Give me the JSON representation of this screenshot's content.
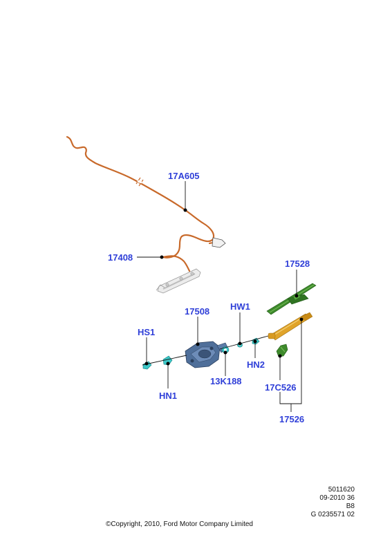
{
  "callouts": {
    "wiring_harness": "17A605",
    "motor_bracket": "17408",
    "wiper_arm": "17528",
    "wiper_motor": "17508",
    "washer": "HW1",
    "screw": "HS1",
    "seal": "13K188",
    "nut_small": "HN2",
    "nut_left": "HN1",
    "arm_cap": "17C526",
    "wiper_assembly": "17526"
  },
  "meta": {
    "line1": "5011620",
    "line2": "09-2010 36",
    "line3": "B8",
    "line4": "G 0235571 02"
  },
  "copyright": "©Copyright, 2010, Ford Motor Company Limited",
  "colors": {
    "callout_text": "#2f3fd8",
    "harness": "#c8692a",
    "wiper_arm": "#3e8a2c",
    "wiper_blade": "#e0a42a",
    "motor": "#4f6f9a",
    "fasteners": "#3cc8c8"
  }
}
